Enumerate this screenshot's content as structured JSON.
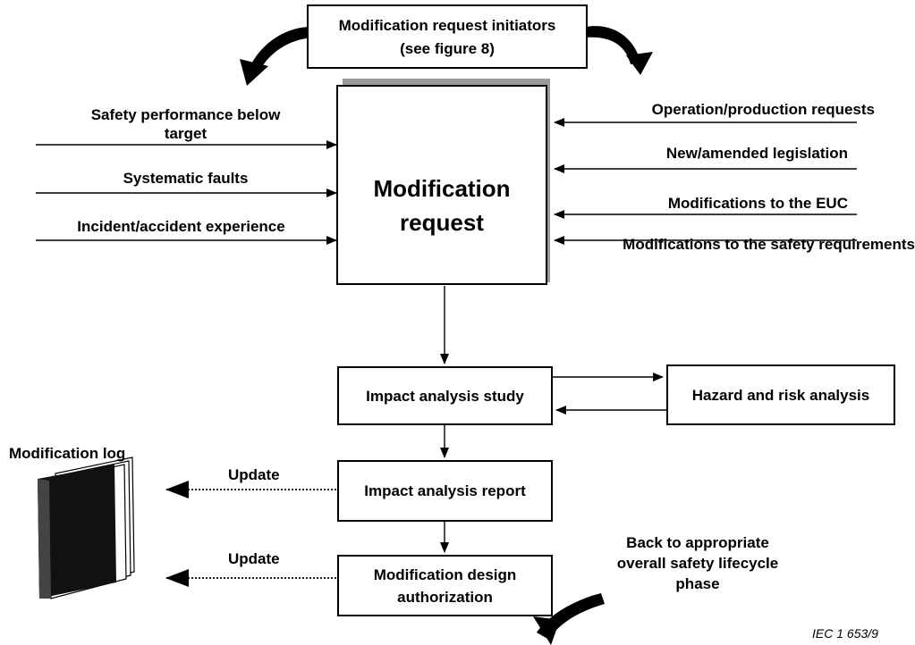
{
  "header_box": {
    "line1": "Modification request initiators",
    "line2": "(see figure 8)"
  },
  "main_box": {
    "line1": "Modification",
    "line2": "request"
  },
  "left_inputs": [
    {
      "line1": "Safety performance below",
      "line2": "target"
    },
    {
      "line1": "Systematic faults"
    },
    {
      "line1": "Incident/accident experience"
    }
  ],
  "right_inputs": [
    "Operation/production requests",
    "New/amended legislation",
    "Modifications to the EUC",
    "Modifications to the safety requirements"
  ],
  "process": {
    "impact_study": "Impact analysis study",
    "hazard": "Hazard and risk analysis",
    "impact_report": "Impact analysis report",
    "design_auth_line1": "Modification design",
    "design_auth_line2": "authorization"
  },
  "modification_log": "Modification log",
  "update_label_1": "Update",
  "update_label_2": "Update",
  "back_to": {
    "line1": "Back to appropriate",
    "line2": "overall safety lifecycle",
    "line3": "phase"
  },
  "figure_id": "IEC  1 653/9"
}
